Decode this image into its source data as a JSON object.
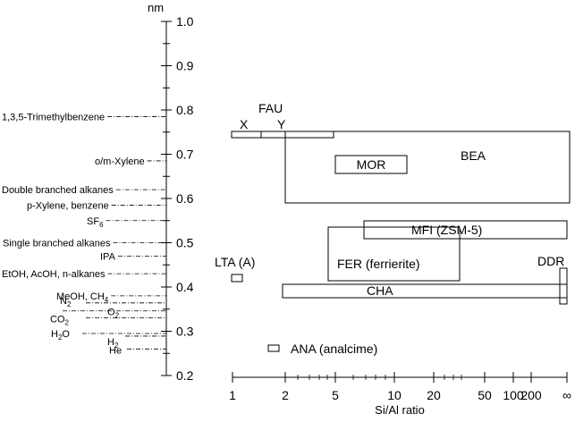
{
  "left_axis": {
    "unit": "nm",
    "ticks": [
      "1.0",
      "0.9",
      "0.8",
      "0.7",
      "0.6",
      "0.5",
      "0.4",
      "0.3",
      "0.2"
    ],
    "tick_values": [
      1.0,
      0.9,
      0.8,
      0.7,
      0.6,
      0.5,
      0.4,
      0.3,
      0.2
    ],
    "range": [
      0.2,
      1.0
    ]
  },
  "molecules": [
    {
      "label": "1,3,5-Trimethylbenzene",
      "value": 0.785
    },
    {
      "label": "o/m-Xylene",
      "value": 0.685
    },
    {
      "label": "Double branched alkanes",
      "value": 0.62
    },
    {
      "label": "p-Xylene, benzene",
      "value": 0.585
    },
    {
      "label": "SF",
      "sub": "6",
      "value": 0.55
    },
    {
      "label": "Single branched alkanes",
      "value": 0.5
    },
    {
      "label": "IPA",
      "value": 0.47
    },
    {
      "label": "EtOH, AcOH, n-alkanes",
      "value": 0.43
    },
    {
      "label": "MeOH, CH",
      "sub": "4",
      "value": 0.38
    },
    {
      "label": "N",
      "sub": "2",
      "value": 0.364
    },
    {
      "label": "O",
      "sub": "2",
      "value": 0.346
    },
    {
      "label": "CO",
      "sub": "2",
      "value": 0.33
    },
    {
      "label": "H",
      "sub": "2",
      "post": "O",
      "value": 0.295
    },
    {
      "label": "H",
      "sub": "2",
      "value": 0.289
    },
    {
      "label": "He",
      "value": 0.26
    }
  ],
  "bottom_axis": {
    "title": "Si/Al ratio",
    "ticks": [
      "1",
      "2",
      "5",
      "10",
      "20",
      "50",
      "100",
      "200",
      "∞"
    ]
  },
  "zeolites": {
    "fau": "FAU",
    "fau_x": "X",
    "fau_y": "Y",
    "bea": "BEA",
    "mor": "MOR",
    "mfi": "MFI (ZSM-5)",
    "fer": "FER (ferrierite)",
    "lta": "LTA (A)",
    "cha": "CHA",
    "ddr": "DDR",
    "ana": "ANA (analcime)"
  }
}
